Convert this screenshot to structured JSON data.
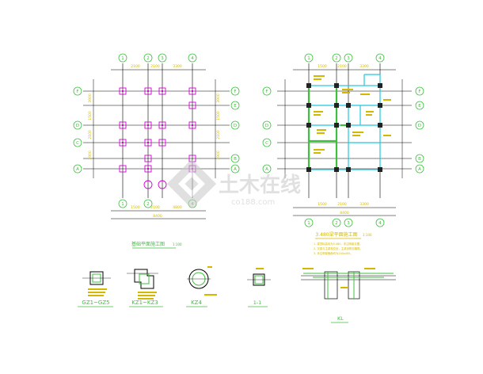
{
  "plan_left": {
    "grid_cols": [
      "1",
      "2",
      "3",
      "4"
    ],
    "grid_rows": [
      "F",
      "E",
      "D",
      "C",
      "B",
      "A"
    ],
    "top_dims": [
      "2100",
      "2100",
      "3300"
    ],
    "bottom_dims": [
      "1500",
      "2100",
      "4800"
    ],
    "bottom_total": "8400",
    "left_dims": [
      "3900",
      "1500",
      "2100",
      "3900"
    ],
    "right_dims": [
      "3900",
      "1500",
      "2100",
      "3900"
    ],
    "title": "基础平面施工图",
    "title_scale": "1:100"
  },
  "plan_right": {
    "grid_cols": [
      "1",
      "2",
      "3",
      "4"
    ],
    "grid_rows": [
      "F",
      "E",
      "D",
      "C",
      "B",
      "A"
    ],
    "top_dims": [
      "1500",
      "2100",
      "3300"
    ],
    "bottom_dims": [
      "1500",
      "2100",
      "3300"
    ],
    "bottom_total": "8400",
    "title": "3.480梁平面施工图",
    "title_scale": "1:100",
    "notes": [
      "1. 梁顶标高均为3.480，未注明者见图。",
      "2. 次梁与主梁相交处，主梁设附加箍筋。",
      "3. 未注明梁截面均为240x400。"
    ]
  },
  "details": [
    {
      "label": "GZ1~GZ5"
    },
    {
      "label": "KZ1~KZ3"
    },
    {
      "label": "KZ4"
    },
    {
      "label": "1-1"
    },
    {
      "label": "KL"
    }
  ],
  "watermark": {
    "main": "土木在线",
    "sub": "co188.com"
  },
  "colors": {
    "axis": "#3fbf3f",
    "line": "#000000",
    "text": "#d4b800",
    "column": "#d600d6",
    "beam": "#1ec8e0",
    "watermark": "#c8c8c8"
  }
}
